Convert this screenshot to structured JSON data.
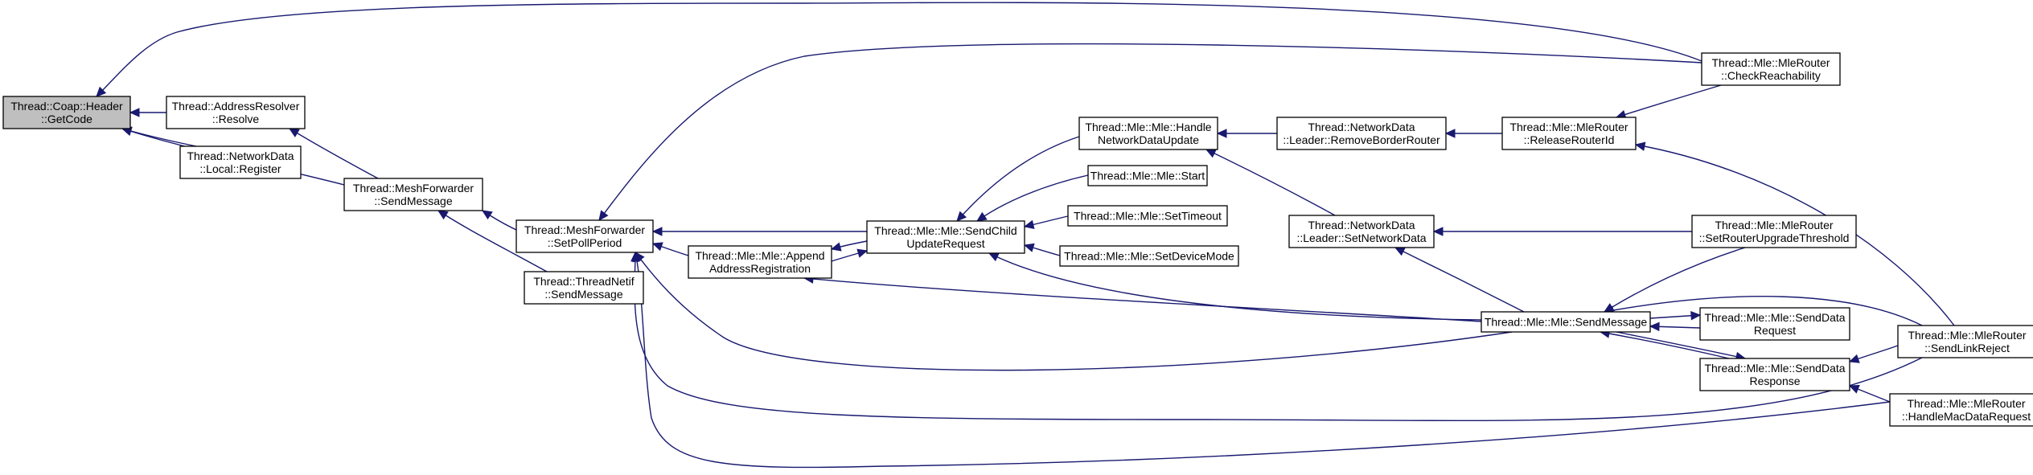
{
  "colors": {
    "edge": "#191970",
    "root_fill": "#bfbfbf",
    "node_fill": "#ffffff",
    "border": "#000000"
  },
  "nodes": [
    {
      "id": "n0",
      "lines": [
        "Thread::Coap::Header",
        "::GetCode"
      ],
      "root": true
    },
    {
      "id": "n1",
      "lines": [
        "Thread::AddressResolver",
        "::Resolve"
      ]
    },
    {
      "id": "n2",
      "lines": [
        "Thread::NetworkData",
        "::Local::Register"
      ]
    },
    {
      "id": "n3",
      "lines": [
        "Thread::MeshForwarder",
        "::SendMessage"
      ]
    },
    {
      "id": "n4",
      "lines": [
        "Thread::MeshForwarder",
        "::SetPollPeriod"
      ]
    },
    {
      "id": "n5",
      "lines": [
        "Thread::ThreadNetif",
        "::SendMessage"
      ]
    },
    {
      "id": "n6",
      "lines": [
        "Thread::Mle::Mle::Append",
        "AddressRegistration"
      ]
    },
    {
      "id": "n7",
      "lines": [
        "Thread::Mle::Mle::SendChild",
        "UpdateRequest"
      ]
    },
    {
      "id": "n8",
      "lines": [
        "Thread::Mle::Mle::Handle",
        "NetworkDataUpdate"
      ]
    },
    {
      "id": "n9",
      "lines": [
        "Thread::Mle::Mle::Start"
      ]
    },
    {
      "id": "n10",
      "lines": [
        "Thread::Mle::Mle::SetTimeout"
      ]
    },
    {
      "id": "n11",
      "lines": [
        "Thread::Mle::Mle::SetDeviceMode"
      ]
    },
    {
      "id": "n12",
      "lines": [
        "Thread::NetworkData",
        "::Leader::RemoveBorderRouter"
      ]
    },
    {
      "id": "n13",
      "lines": [
        "Thread::NetworkData",
        "::Leader::SetNetworkData"
      ]
    },
    {
      "id": "n14",
      "lines": [
        "Thread::Mle::MleRouter",
        "::ReleaseRouterId"
      ]
    },
    {
      "id": "n15",
      "lines": [
        "Thread::Mle::MleRouter",
        "::CheckReachability"
      ]
    },
    {
      "id": "n16",
      "lines": [
        "Thread::Mle::Mle::SendMessage"
      ]
    },
    {
      "id": "n17",
      "lines": [
        "Thread::Mle::MleRouter",
        "::SetRouterUpgradeThreshold"
      ]
    },
    {
      "id": "n18",
      "lines": [
        "Thread::Mle::Mle::SendData",
        "Request"
      ]
    },
    {
      "id": "n19",
      "lines": [
        "Thread::Mle::Mle::SendData",
        "Response"
      ]
    },
    {
      "id": "n20",
      "lines": [
        "Thread::Mle::MleRouter",
        "::SendLinkReject"
      ]
    },
    {
      "id": "n21",
      "lines": [
        "Thread::Mle::MleRouter",
        "::HandleMacDataRequest"
      ]
    }
  ],
  "edges": [
    [
      "n1",
      "n0"
    ],
    [
      "n2",
      "n0"
    ],
    [
      "n3",
      "n0"
    ],
    [
      "n15",
      "n0"
    ],
    [
      "n3",
      "n1"
    ],
    [
      "n4",
      "n3"
    ],
    [
      "n5",
      "n3"
    ],
    [
      "n6",
      "n4"
    ],
    [
      "n7",
      "n4"
    ],
    [
      "n15",
      "n4"
    ],
    [
      "n16",
      "n4"
    ],
    [
      "n20",
      "n4"
    ],
    [
      "n21",
      "n4"
    ],
    [
      "n7",
      "n6"
    ],
    [
      "n6",
      "n7"
    ],
    [
      "n16",
      "n6"
    ],
    [
      "n8",
      "n7"
    ],
    [
      "n9",
      "n7"
    ],
    [
      "n10",
      "n7"
    ],
    [
      "n11",
      "n7"
    ],
    [
      "n16",
      "n7"
    ],
    [
      "n12",
      "n8"
    ],
    [
      "n13",
      "n8"
    ],
    [
      "n14",
      "n12"
    ],
    [
      "n15",
      "n14"
    ],
    [
      "n20",
      "n14"
    ],
    [
      "n16",
      "n13"
    ],
    [
      "n17",
      "n13"
    ],
    [
      "n17",
      "n16"
    ],
    [
      "n18",
      "n16"
    ],
    [
      "n16",
      "n18"
    ],
    [
      "n19",
      "n16"
    ],
    [
      "n16",
      "n19"
    ],
    [
      "n20",
      "n16"
    ],
    [
      "n20",
      "n19"
    ],
    [
      "n21",
      "n19"
    ]
  ]
}
